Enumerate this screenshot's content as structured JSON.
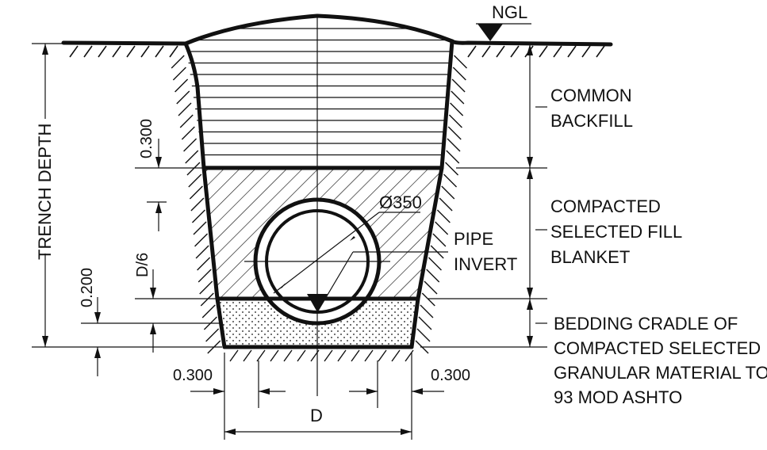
{
  "labels": {
    "ngl": "NGL",
    "common_backfill_1": "COMMON",
    "common_backfill_2": "BACKFILL",
    "selected_fill_1": "COMPACTED",
    "selected_fill_2": "SELECTED FILL",
    "selected_fill_3": "BLANKET",
    "bedding_1": "BEDDING CRADLE OF",
    "bedding_2": "COMPACTED SELECTED",
    "bedding_3": "GRANULAR MATERIAL TO",
    "bedding_4": "93 MOD ASHTO",
    "pipe_invert_1": "PIPE",
    "pipe_invert_2": "INVERT",
    "pipe_diameter": "Ø350",
    "trench_depth": "TRENCH DEPTH"
  },
  "dimensions": {
    "cover_above_pipe": "0.300",
    "pipe_embed": "D/6",
    "bedding_thickness": "0.200",
    "side_clearance_left": "0.300",
    "side_clearance_right": "0.300",
    "trench_width": "D"
  }
}
